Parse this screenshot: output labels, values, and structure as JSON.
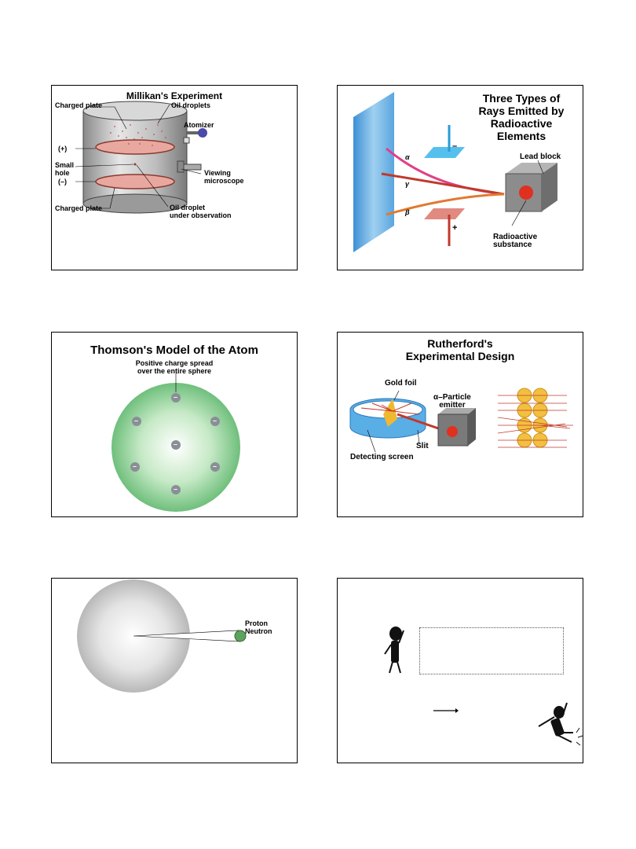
{
  "slides": [
    {
      "title": "Millikan's Experiment",
      "labels": {
        "charged_plate_top": "Charged plate",
        "oil_droplets": "Oil droplets",
        "atomizer": "Atomizer",
        "plus": "(+)",
        "small_hole": "Small\nhole",
        "minus": "(–)",
        "viewing_microscope": "Viewing\nmicroscope",
        "charged_plate_bottom": "Charged plate",
        "oil_droplet_obs": "Oil droplet\nunder observation"
      }
    },
    {
      "title": "Three Types of\nRays Emitted by\nRadioactive\nElements",
      "labels": {
        "lead_block": "Lead block",
        "radioactive_substance": "Radioactive\nsubstance",
        "alpha": "α",
        "gamma": "γ",
        "beta": "β",
        "minus": "–",
        "plus": "+"
      }
    },
    {
      "title": "Thomson's Model of the Atom",
      "labels": {
        "positive_charge": "Positive charge spread\nover the entire sphere",
        "electron_sign": "–"
      }
    },
    {
      "title": "Rutherford's\nExperimental Design",
      "labels": {
        "gold_foil": "Gold foil",
        "alpha_emitter": "α–Particle\nemitter",
        "slit": "Slit",
        "detecting_screen": "Detecting screen"
      }
    },
    {
      "labels": {
        "proton": "Proton",
        "neutron": "Neutron"
      }
    },
    {
      "labels": {}
    }
  ]
}
